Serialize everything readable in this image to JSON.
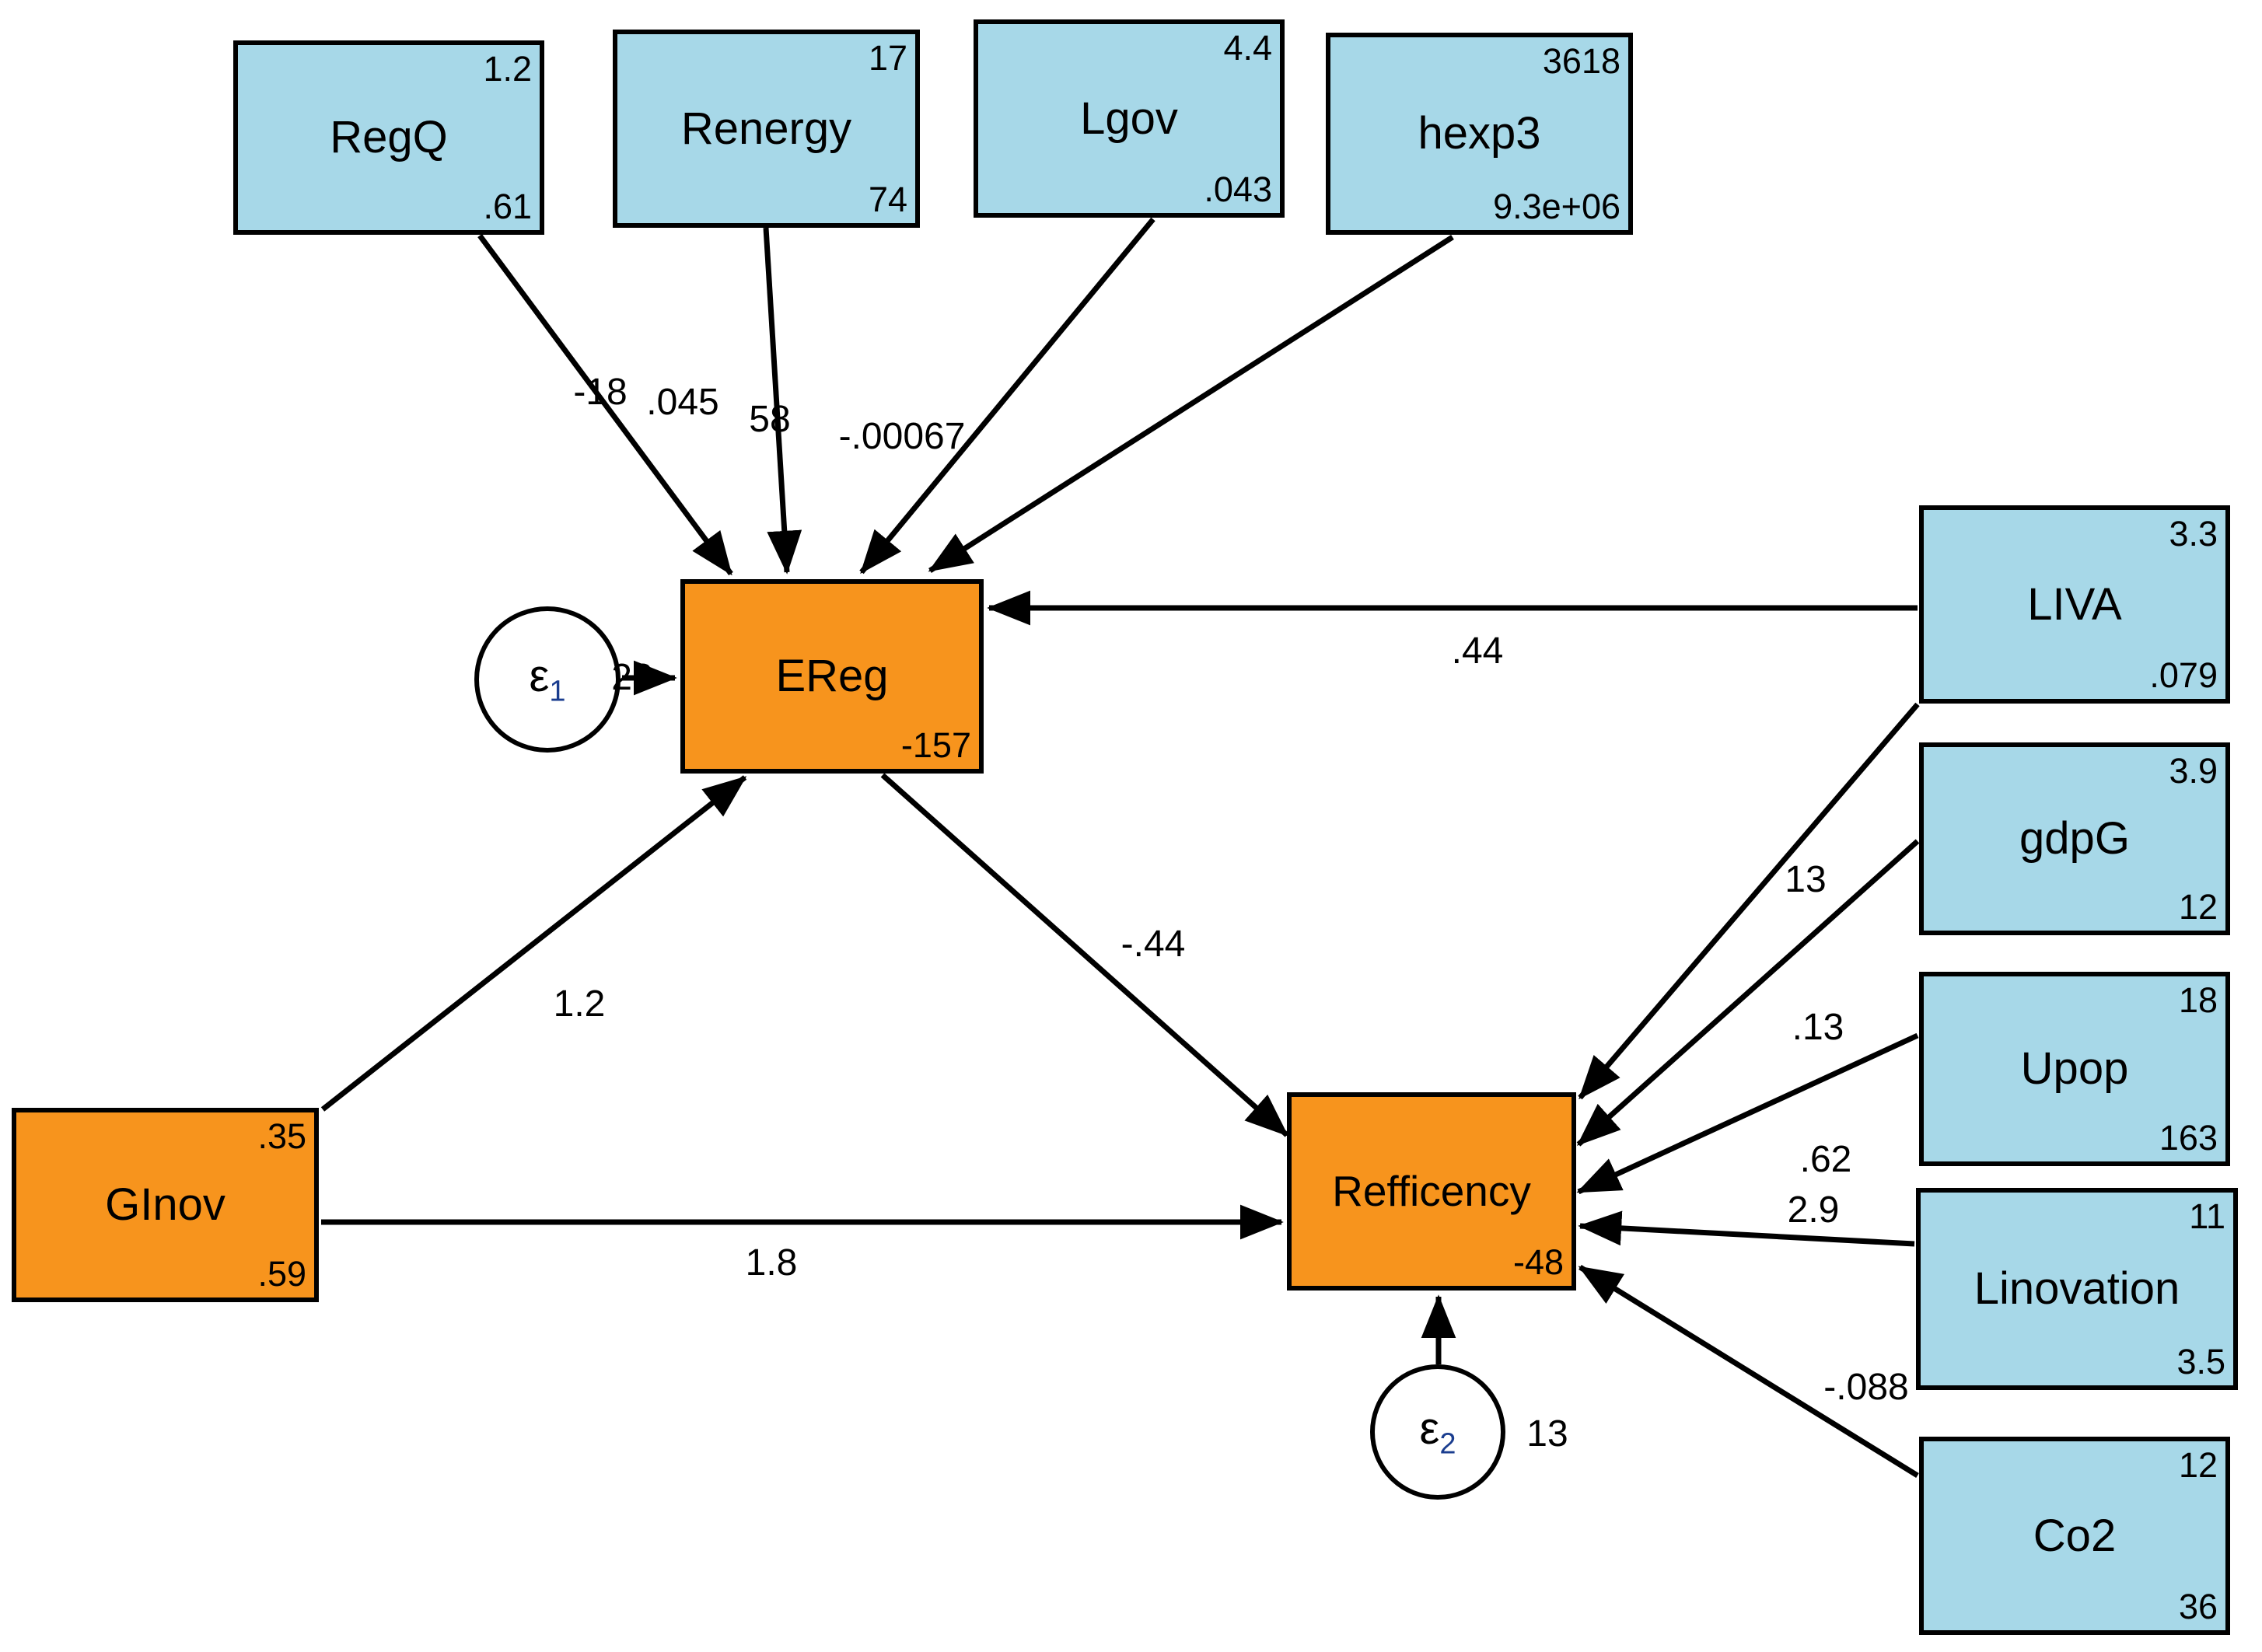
{
  "diagram": {
    "kind": "structural-equation-model-path-diagram",
    "colors": {
      "observed_fill": "#A7D8E8",
      "endogenous_fill": "#F7941D",
      "border": "#000000",
      "background": "#FFFFFF"
    },
    "nodes": {
      "RegQ": {
        "label": "RegQ",
        "corner_top": "1.2",
        "corner_bottom": ".61"
      },
      "Renergy": {
        "label": "Renergy",
        "corner_top": "17",
        "corner_bottom": "74"
      },
      "Lgov": {
        "label": "Lgov",
        "corner_top": "4.4",
        "corner_bottom": ".043"
      },
      "hexp3": {
        "label": "hexp3",
        "corner_top": "3618",
        "corner_bottom": "9.3e+06"
      },
      "LIVA": {
        "label": "LIVA",
        "corner_top": "3.3",
        "corner_bottom": ".079"
      },
      "gdpG": {
        "label": "gdpG",
        "corner_top": "3.9",
        "corner_bottom": "12"
      },
      "Upop": {
        "label": "Upop",
        "corner_top": "18",
        "corner_bottom": "163"
      },
      "Linovation": {
        "label": "Linovation",
        "corner_top": "11",
        "corner_bottom": "3.5"
      },
      "Co2": {
        "label": "Co2",
        "corner_top": "12",
        "corner_bottom": "36"
      },
      "GInov": {
        "label": "GInov",
        "corner_top": ".35",
        "corner_bottom": ".59"
      },
      "EReg": {
        "label": "EReg",
        "corner_bottom": "-157"
      },
      "Refficency": {
        "label": "Refficency",
        "corner_bottom": "-48"
      },
      "eps1": {
        "symbol": "ε",
        "subscript": "1",
        "variance": "23"
      },
      "eps2": {
        "symbol": "ε",
        "subscript": "2",
        "variance": "13"
      }
    },
    "edges": {
      "RegQ_EReg": {
        "coef": "-18"
      },
      "Renergy_EReg": {
        "coef": ".045"
      },
      "Lgov_EReg": {
        "coef": "58"
      },
      "hexp3_EReg": {
        "coef": "-.00067"
      },
      "LIVA_EReg": {
        "coef": ".44"
      },
      "GInov_EReg": {
        "coef": "1.2"
      },
      "EReg_Refficency": {
        "coef": "-.44"
      },
      "GInov_Refficency": {
        "coef": "1.8"
      },
      "LIVA_Refficency": {
        "coef": "13"
      },
      "gdpG_Refficency": {
        "coef": ".13"
      },
      "Upop_Refficency": {
        "coef": ".62"
      },
      "Linovation_Refficency": {
        "coef": "2.9"
      },
      "Co2_Refficency": {
        "coef": "-.088"
      }
    }
  }
}
